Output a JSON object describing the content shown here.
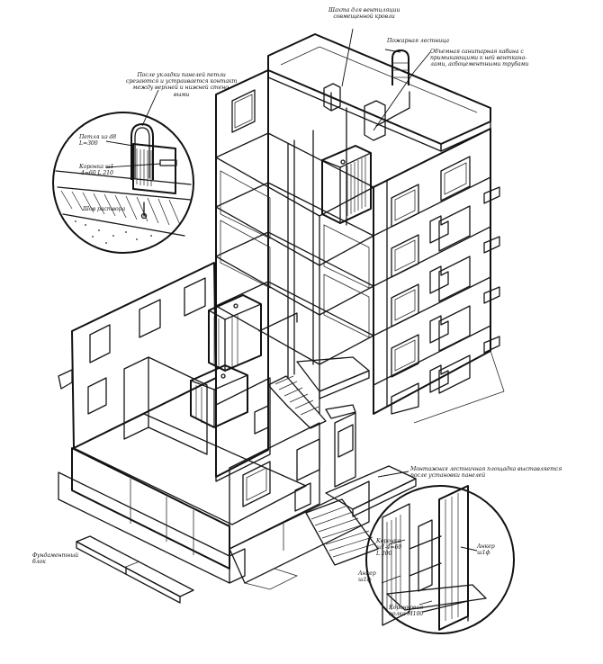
{
  "labels": {
    "vent_shaft": "Шахта для вентиляции\nсовмещенной кровли",
    "fire_ladder": "Пожарная лестница",
    "sanitary_cabin": "Объемная санитарная кабина с\nпримыкающими к ней венткана-\nлами, асбоцементными трубами",
    "loops_note": "После укладки панелей петли\nсрезаются и устраивается контакт\nмежду верхней и нижней стено-\nвыми",
    "loop_d8": "Петля из d8\nL=300",
    "crown_top": "Коронка ш1\n-4=60 L 210",
    "mortar_bed": "Шов раствора",
    "landing_note": "Монтажная лестничная площадка выставляется\nпосле установки панелей",
    "crown_bottom": "Коронка\nш1-4=60\nL 200",
    "anchor_right": "Анкер\nш1ф",
    "anchor_left": "Анкер\nш1ф",
    "crown_m100": "Коронковая\nполка М100",
    "foundation_block": "Фундаментный\nблок"
  }
}
